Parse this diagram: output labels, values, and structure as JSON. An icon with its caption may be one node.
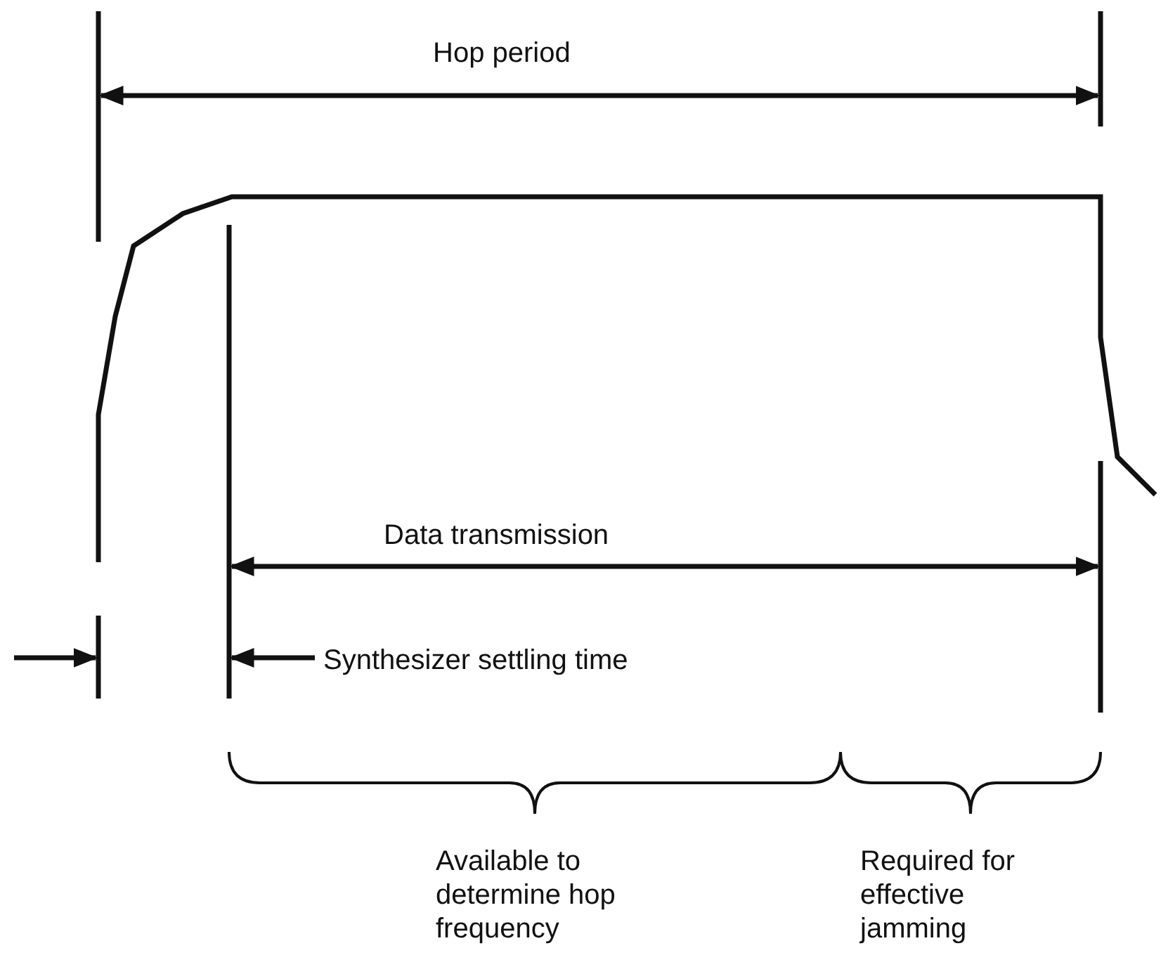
{
  "diagram": {
    "labels": [
      "Hop period",
      "Data transmission",
      "Synthesizer settling time",
      "Available to determine hop frequency",
      "Required for effective jamming"
    ]
  }
}
